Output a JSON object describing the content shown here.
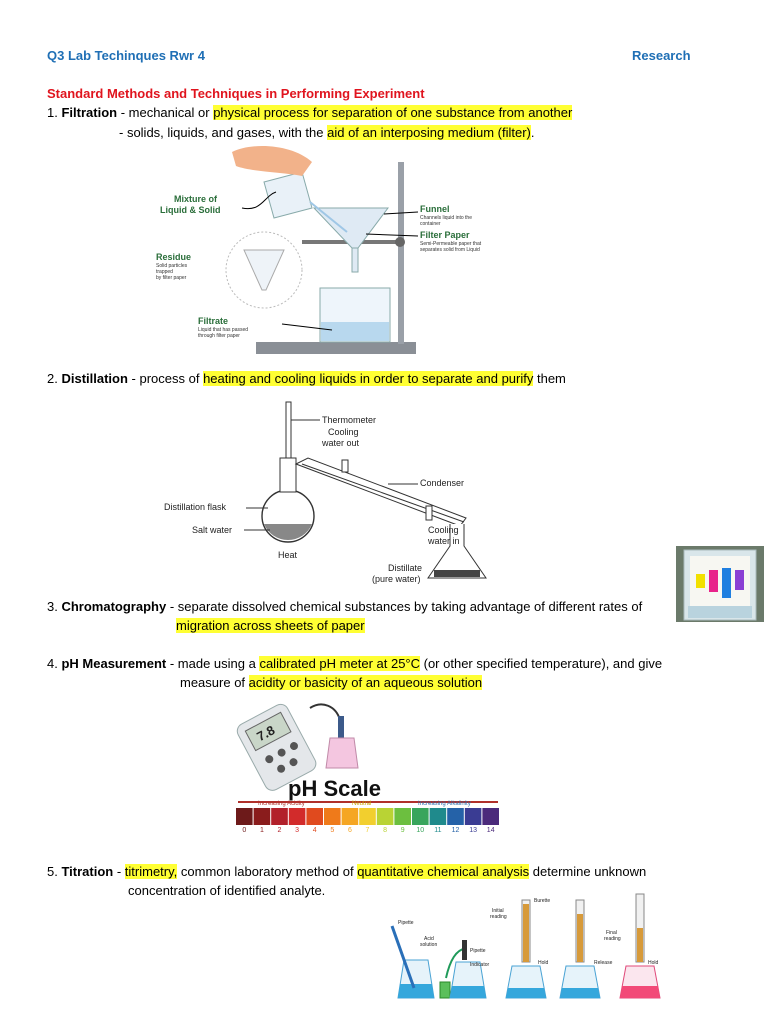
{
  "header": {
    "left": "Q3 Lab Techinques Rwr 4",
    "right": "Research"
  },
  "section_title": "Standard Methods and Techniques in Performing Experiment",
  "items": [
    {
      "num": "1.",
      "term": "Filtration",
      "sep": " - ",
      "l1_a": "mechanical or ",
      "l1_hl": "physical process for separation of one substance from another",
      "l2_a": "- solids, liquids, and gases, with the ",
      "l2_hl": "aid of an interposing medium (filter)",
      "l2_b": "."
    },
    {
      "num": "2.",
      "term": "Distillation",
      "sep": " - ",
      "l1_a": "process of ",
      "l1_hl": "heating and cooling liquids in order to separate and purify",
      "l1_b": " them"
    },
    {
      "num": "3.",
      "term": "Chromatography",
      "sep": " - ",
      "l1_a": "separate dissolved chemical substances by taking advantage of different rates of",
      "l2_hl": "migration across sheets of paper"
    },
    {
      "num": "4.",
      "term": "pH Measurement",
      "sep": " - ",
      "l1_a": "made using a ",
      "l1_hl": "calibrated pH meter at 25°C",
      "l1_b": " (or other specified temperature), and give",
      "l2_a": "measure of ",
      "l2_hl": "acidity or basicity of an aqueous solution"
    },
    {
      "num": "5.",
      "term": "Titration",
      "sep": " - ",
      "l1_hl": "titrimetry,",
      "l1_a": " common laboratory method of ",
      "l1_hl2": "quantitative chemical analysis",
      "l1_b": " determine unknown",
      "l2_a": "concentration of identified analyte."
    }
  ],
  "filtration_fig": {
    "mixture": "Mixture of",
    "mixture2": "Liquid & Solid",
    "funnel": "Funnel",
    "funnel_desc1": "Channels liquid into the",
    "funnel_desc2": "container",
    "filter_paper": "Filter Paper",
    "filter_desc1": "Semi-Permeable paper that",
    "filter_desc2": "separates solid from Liquid",
    "residue": "Residue",
    "residue_desc1": "Solid particles",
    "residue_desc2": "trapped",
    "residue_desc3": "by filter paper",
    "filtrate": "Filtrate",
    "filtrate_desc1": "Liquid that has passed",
    "filtrate_desc2": "through filter paper"
  },
  "distillation_fig": {
    "thermometer": "Thermometer",
    "cooling_out1": "Cooling",
    "cooling_out2": "water out",
    "condenser": "Condenser",
    "flask": "Distillation flask",
    "salt_water": "Salt water",
    "heat": "Heat",
    "cooling_in1": "Cooling",
    "cooling_in2": "water in",
    "distillate1": "Distillate",
    "distillate2": "(pure water)"
  },
  "ph_fig": {
    "title": "pH Scale",
    "acidity": "Increasing Acidity",
    "neutral": "Neutral",
    "alkalinity": "Increasing Alkalinity",
    "meter_reading": "7.8",
    "numbers": [
      "0",
      "1",
      "2",
      "3",
      "4",
      "5",
      "6",
      "7",
      "8",
      "9",
      "10",
      "11",
      "12",
      "13",
      "14"
    ],
    "colors": [
      "#6d1a1a",
      "#8a1c1c",
      "#b2202a",
      "#d22b2b",
      "#e04a1e",
      "#ef7a1a",
      "#f5a623",
      "#f2cf2e",
      "#b9d334",
      "#6cbf3f",
      "#38a55c",
      "#1f8a8c",
      "#2562a8",
      "#3a3c93",
      "#4b2a7b"
    ]
  },
  "titration_fig": {
    "pipette": "Pipette",
    "acid": "Acid",
    "solution": "solution",
    "pipette2": "Pipette",
    "indicator": "Indicator",
    "initial1": "Initial",
    "initial2": "reading",
    "burette": "Burette",
    "hold": "Hold",
    "release": "Release",
    "final1": "Final",
    "final2": "reading",
    "hold2": "Hold"
  }
}
